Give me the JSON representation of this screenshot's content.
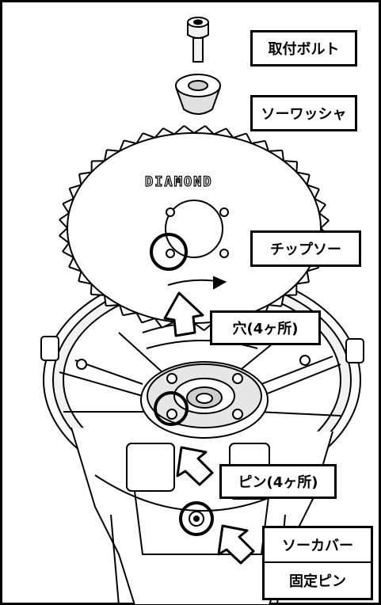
{
  "labels": {
    "mounting_bolt": "取付ボルト",
    "saw_washer": "ソーワッシャ",
    "chip_saw": "チップソー",
    "hole": "穴(4ヶ所)",
    "pin": "ピン(4ヶ所)",
    "saw_cover_line1": "ソーカバー",
    "saw_cover_line2": "固定ピン"
  },
  "blade_logo": "DIAMOND",
  "colors": {
    "line": "#000000",
    "background": "#ffffff",
    "shade": "#d8d8d8"
  }
}
